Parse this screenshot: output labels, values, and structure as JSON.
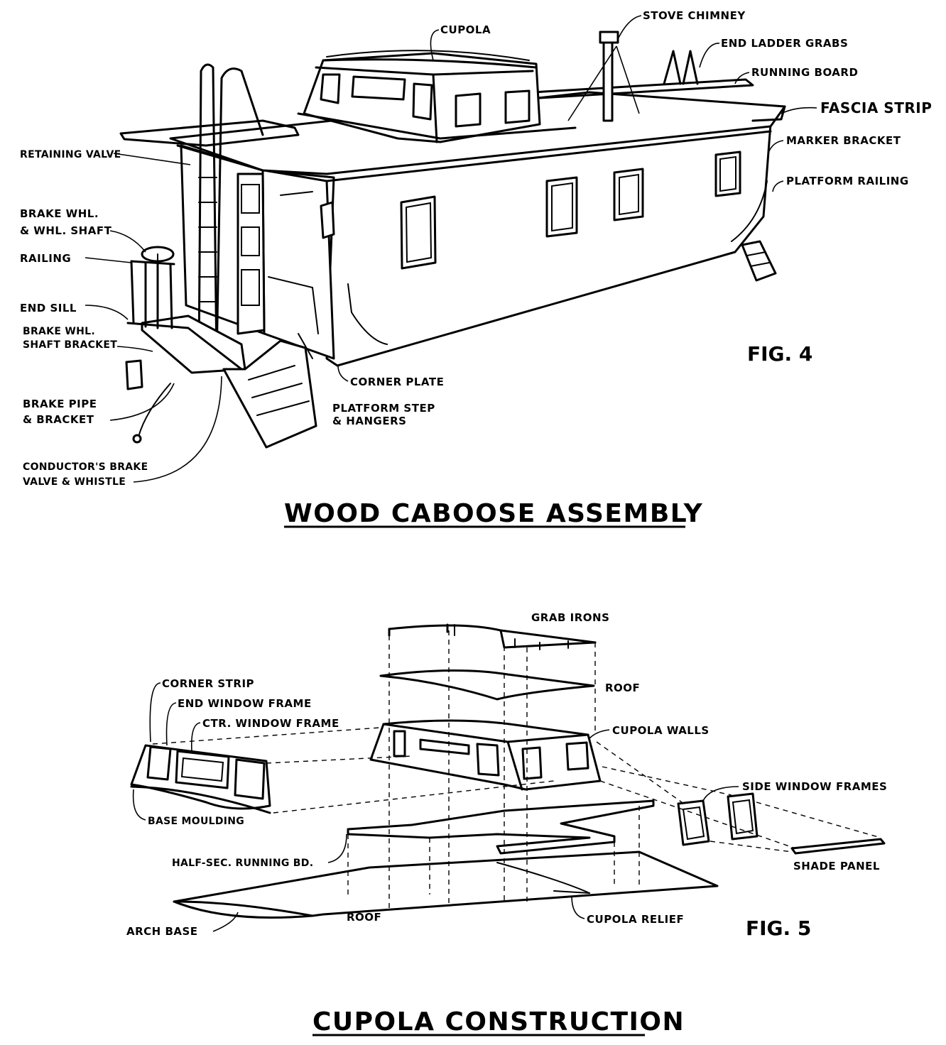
{
  "figure4": {
    "title": "WOOD CABOOSE ASSEMBLY",
    "fig_label": "FIG. 4",
    "labels": {
      "cupola": "CUPOLA",
      "stove_chimney": "STOVE CHIMNEY",
      "end_ladder_grabs": "END LADDER GRABS",
      "running_board": "RUNNING BOARD",
      "fascia_strip": "FASCIA STRIP",
      "marker_bracket": "MARKER BRACKET",
      "platform_railing": "PLATFORM RAILING",
      "retaining_valve": "RETAINING VALVE",
      "brake_whl_1": "BRAKE WHL.",
      "brake_whl_2": "& WHL. SHAFT",
      "railing": "RAILING",
      "end_sill": "END SILL",
      "brake_bracket_1": "BRAKE WHL.",
      "brake_bracket_2": "SHAFT BRACKET",
      "brake_pipe_1": "BRAKE PIPE",
      "brake_pipe_2": "& BRACKET",
      "conductor_1": "CONDUCTOR'S BRAKE",
      "conductor_2": "VALVE & WHISTLE",
      "corner_plate": "CORNER PLATE",
      "platform_step_1": "PLATFORM STEP",
      "platform_step_2": "& HANGERS"
    }
  },
  "figure5": {
    "title": "CUPOLA CONSTRUCTION",
    "fig_label": "FIG. 5",
    "labels": {
      "grab_irons": "GRAB IRONS",
      "roof_top": "ROOF",
      "corner_strip": "CORNER STRIP",
      "end_window_frame": "END WINDOW FRAME",
      "ctr_window_frame": "CTR. WINDOW FRAME",
      "cupola_walls": "CUPOLA WALLS",
      "side_window_frames": "SIDE WINDOW FRAMES",
      "base_moulding": "BASE MOULDING",
      "half_sec_running_bd": "HALF-SEC. RUNNING BD.",
      "shade_panel": "SHADE PANEL",
      "arch_base": "ARCH BASE",
      "roof_bottom": "ROOF",
      "cupola_relief": "CUPOLA RELIEF"
    }
  }
}
